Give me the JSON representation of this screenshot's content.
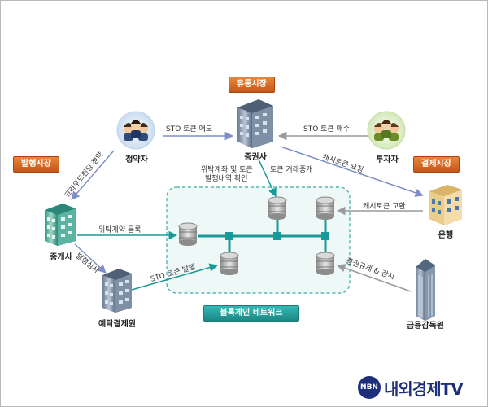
{
  "badges": {
    "issuance_market": "발행시장",
    "distribution_market": "유통시장",
    "settlement_market": "결제시장",
    "blockchain_network": "블록체인 네트워크"
  },
  "nodes": {
    "subscriber": "청약자",
    "securities_firm": "증권사",
    "investor": "투자자",
    "bank": "은행",
    "broker": "중개사",
    "ksd": "예탁결제원",
    "fss": "금융감독원"
  },
  "flows": {
    "crowdfunding": "크라우드펀딩 청약",
    "sto_sell": "STO 토큰 매도",
    "sto_buy": "STO 토큰 매수",
    "cash_token_request": "캐시토큰 요청",
    "trust_confirm_line1": "위탁계좌 및 토큰",
    "trust_confirm_line2": "발행내역 확인",
    "token_brokerage": "토큰 거래중개",
    "cash_token_exchange": "캐시토큰 교환",
    "trust_registration": "위탁계약 등록",
    "issuance_review": "발행심사",
    "sto_issuance": "STO 토큰 발행",
    "regulation": "증권규제 & 감시"
  },
  "logo": {
    "mark": "NBN",
    "name": "내외경제TV"
  },
  "colors": {
    "accent_orange": "#d2632a",
    "network_teal": "#1a9a96",
    "arrow_blue": "#7f8ec6"
  }
}
